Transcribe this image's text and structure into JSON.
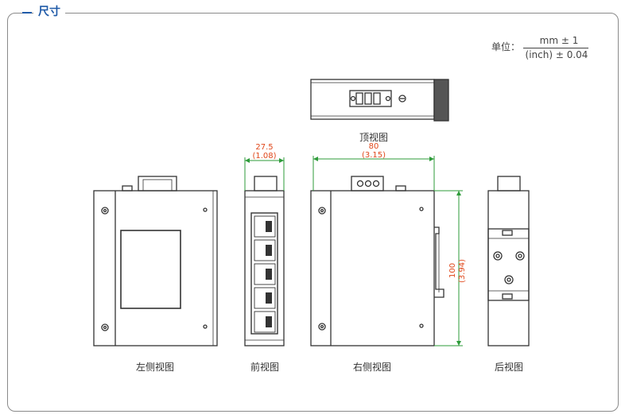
{
  "header": {
    "title": "尺寸"
  },
  "units": {
    "label": "单位：",
    "numerator": "mm ± 1",
    "denominator": "(inch) ± 0.04"
  },
  "views": {
    "top": {
      "caption": "顶视图"
    },
    "left": {
      "caption": "左侧视图"
    },
    "front": {
      "caption": "前视图",
      "width_mm": "27.5",
      "width_in": "(1.08)"
    },
    "right": {
      "caption": "右侧视图",
      "width_mm": "80",
      "width_in": "(3.15)",
      "height_mm": "100",
      "height_in": "(3.94)"
    },
    "rear": {
      "caption": "后视图"
    }
  },
  "colors": {
    "accent": "#1f5aa8",
    "dimension_line": "#2e9b3a",
    "dimension_text": "#e0471a",
    "outline": "#333333"
  }
}
